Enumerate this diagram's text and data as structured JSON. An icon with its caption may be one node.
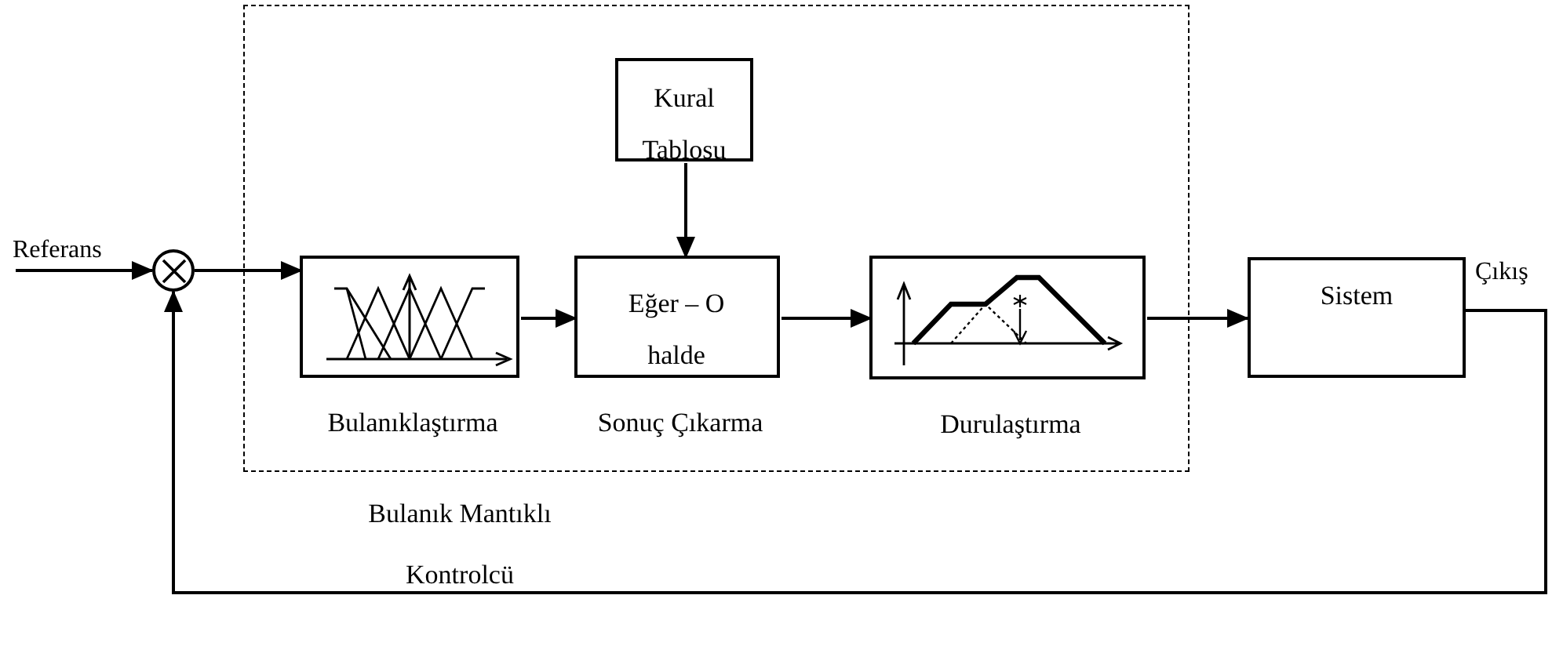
{
  "diagram": {
    "nodes": [
      {
        "text": [
          "Bulanık Mantıklı Kontrolcü"
        ]
      },
      {
        "text": [
          "Kural Tablosu"
        ],
        "in": 0
      },
      {
        "text": [
          "Bulanıklaştırma"
        ],
        "in": 0
      },
      {
        "text": [
          "Eğer – O halde",
          "Sonuç Çıkarma"
        ],
        "in": 0
      },
      {
        "text": [
          "Durulaştırma"
        ],
        "in": 0
      },
      {
        "text": [
          "Sistem"
        ],
        "beside": [
          "Çıkış"
        ]
      },
      {
        "text": [],
        "shape": "circle"
      },
      {
        "text": [
          "Referans"
        ]
      }
    ],
    "edges": [
      {
        "from": 7,
        "to": 6,
        "arrow": "to"
      },
      {
        "from": 6,
        "to": 2,
        "arrow": "to"
      },
      {
        "from": 1,
        "to": 3,
        "arrow": "to"
      },
      {
        "from": 2,
        "to": 3,
        "arrow": "to"
      },
      {
        "from": 3,
        "to": 4,
        "arrow": "to"
      },
      {
        "from": 4,
        "to": 5,
        "arrow": "to"
      },
      {
        "from": 5,
        "to": 6,
        "arrow": "to"
      }
    ]
  }
}
